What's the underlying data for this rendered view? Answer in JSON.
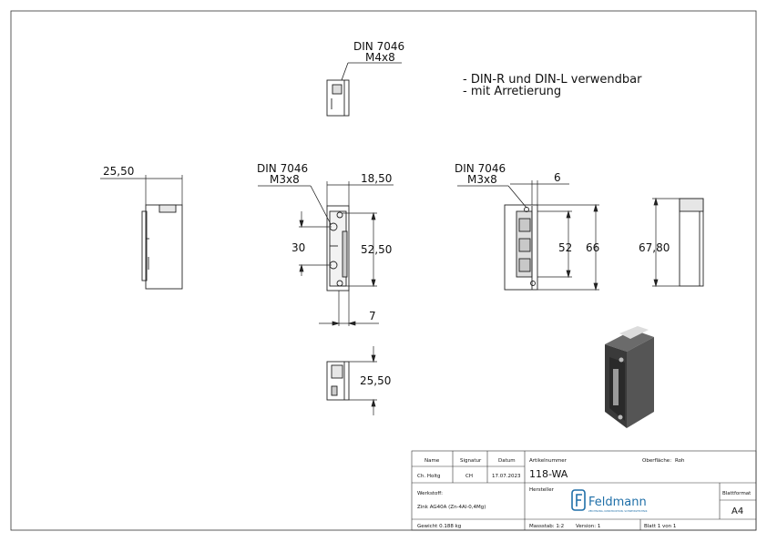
{
  "notes": [
    "- DIN-R und DIN-L verwendbar",
    "- mit Arretierung"
  ],
  "callouts": {
    "top_screw": {
      "line1": "DIN 7046",
      "line2": "M4x8"
    },
    "front_screw": {
      "line1": "DIN 7046",
      "line2": "M3x8"
    },
    "side_screw": {
      "line1": "DIN 7046",
      "line2": "M3x8"
    }
  },
  "dimensions": {
    "left_width": "25,50",
    "front_width": "18,50",
    "front_hole_spacing": "30",
    "front_height": "52,50",
    "front_bottom": "7",
    "side_width": "6",
    "side_inner": "52",
    "side_height": "66",
    "right_height": "67,80",
    "bottom_depth": "25,50"
  },
  "title_block": {
    "name_label": "Name",
    "signature_label": "Signatur",
    "date_label": "Datum",
    "name": "Ch. Holtg",
    "signature": "CH",
    "date": "17.07.2023",
    "article_label": "Artikelnummer",
    "surface_label": "Oberfläche:",
    "surface": "Roh",
    "article": "118-WA",
    "material_label": "Werkstoff:",
    "material": "Zink AG40A (Zn-4Al-0,4Mg)",
    "manufacturer_label": "Hersteller",
    "logo_text": "Feldmann",
    "logo_tagline": "ZEICHNUNG, KONSTRUKTION, SCHWEISSTECHNIK",
    "format_label": "Blattformat",
    "format": "A4",
    "weight": "Gewicht 0.188 kg",
    "scale": "Massstab: 1:2",
    "version": "Version: 1",
    "sheet": "Blatt 1 von 1"
  }
}
